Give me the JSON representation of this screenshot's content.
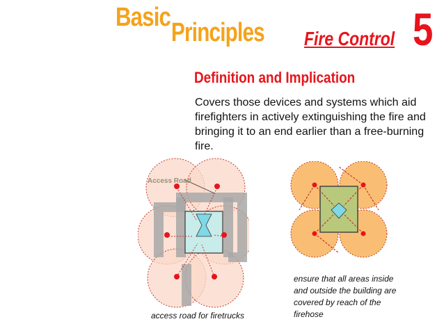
{
  "title": {
    "word1": "Basic",
    "word2": "Principles"
  },
  "section": {
    "label": "Fire Control",
    "number": "5"
  },
  "subheading": "Definition and Implication",
  "body": "Covers those devices and systems which aid firefighters in actively extinguishing the fire and bringing it to an end earlier than a free-burning fire.",
  "left_diagram": {
    "road_label": "Access Road",
    "caption": "access road for firetrucks"
  },
  "right_diagram": {
    "caption": "ensure that all areas inside and outside the building are covered by reach of the firehose"
  },
  "colors": {
    "title": "#f5a21b",
    "accent": "#e8141c",
    "reach_fill_light": "#fbd8c8",
    "reach_fill_orange": "#f8b35a",
    "road": "#9e9e9e"
  }
}
